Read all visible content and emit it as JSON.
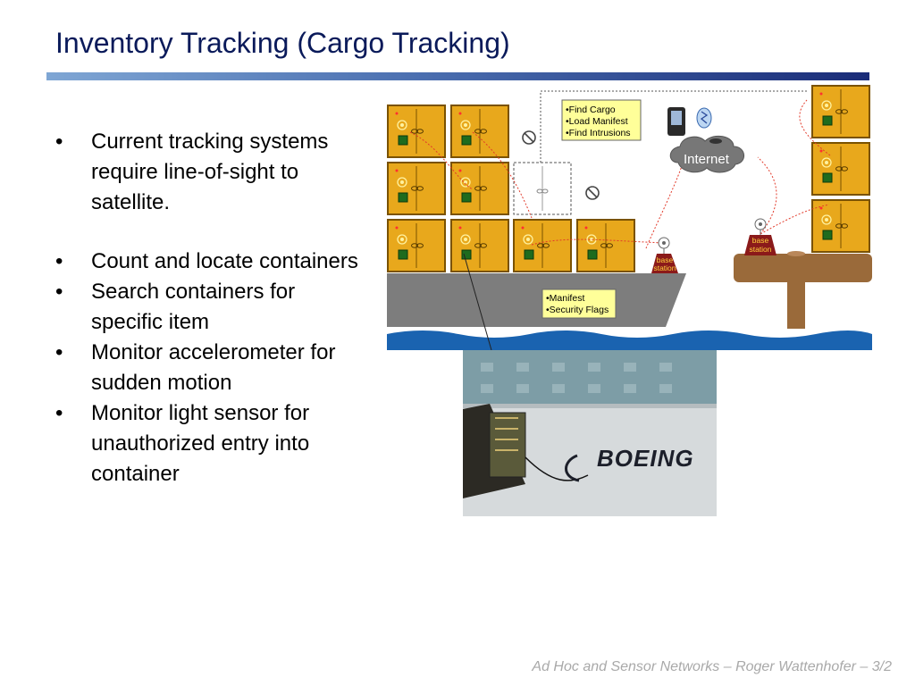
{
  "slide": {
    "title": "Inventory Tracking (Cargo Tracking)"
  },
  "bullets": [
    {
      "text": "Current tracking systems require line-of-sight to satellite."
    },
    {
      "text": "Count and locate containers"
    },
    {
      "text": "Search containers for specific item"
    },
    {
      "text": "Monitor accelerometer for sudden motion"
    },
    {
      "text": "Monitor light sensor for unauthorized entry into container"
    }
  ],
  "bullet_symbol": "•",
  "diagram": {
    "shore_callout": [
      "•Find Cargo",
      "•Load Manifest",
      "•Find Intrusions"
    ],
    "internet_label": "Internet",
    "ship_callout": [
      "•Manifest",
      "•Security Flags"
    ],
    "base_station_label_line1": "base",
    "base_station_label_line2": "station",
    "colors": {
      "container": "#e8a81c",
      "container_border": "#7a5200",
      "sensor": "#1e6b1e",
      "ship_hull": "#7d7d7d",
      "water": "#1a63b0",
      "pier": "#9a6a3a",
      "callout_bg": "#ffff99",
      "base_station": "#8b1a1a"
    }
  },
  "photo": {
    "logo_text": "BOEING"
  },
  "footer": {
    "text": "Ad Hoc and Sensor Networks   –   Roger Wattenhofer   –   3/2"
  }
}
